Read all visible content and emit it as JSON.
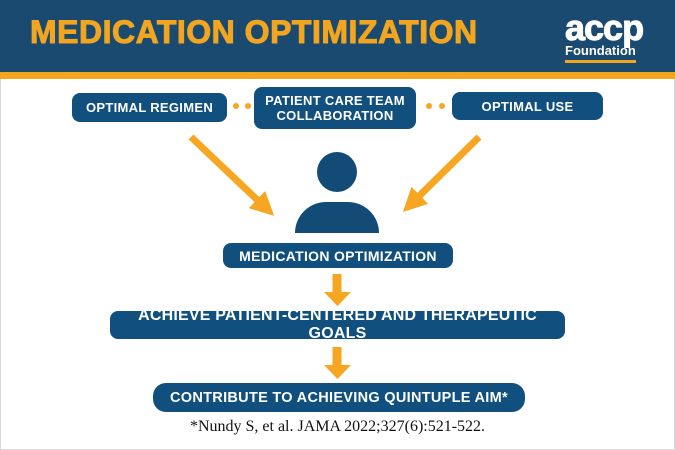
{
  "header": {
    "title": "MEDICATION OPTIMIZATION",
    "logo": {
      "name": "accp",
      "subtitle": "Foundation"
    }
  },
  "colors": {
    "header_navy": "#1B4A70",
    "box_navy": "#11507E",
    "accent_orange": "#F2A51F",
    "arrow_orange": "#F6A621",
    "text_white": "#FFFFFF"
  },
  "diagram": {
    "inputs": [
      {
        "label": "OPTIMAL REGIMEN"
      },
      {
        "label": "PATIENT CARE TEAM COLLABORATION"
      },
      {
        "label": "OPTIMAL USE"
      }
    ],
    "icons": {
      "person": "patient-person-icon",
      "connector_dots": "dotted-connector",
      "arrows": "orange-flow-arrows"
    },
    "center_box": "MEDICATION OPTIMIZATION",
    "goals_box": "ACHIEVE PATIENT-CENTERED AND THERAPEUTIC GOALS",
    "aim_box": "CONTRIBUTE TO ACHIEVING QUINTUPLE AIM*"
  },
  "footer": {
    "citation": "*Nundy S, et al. JAMA 2022;327(6):521-522."
  }
}
